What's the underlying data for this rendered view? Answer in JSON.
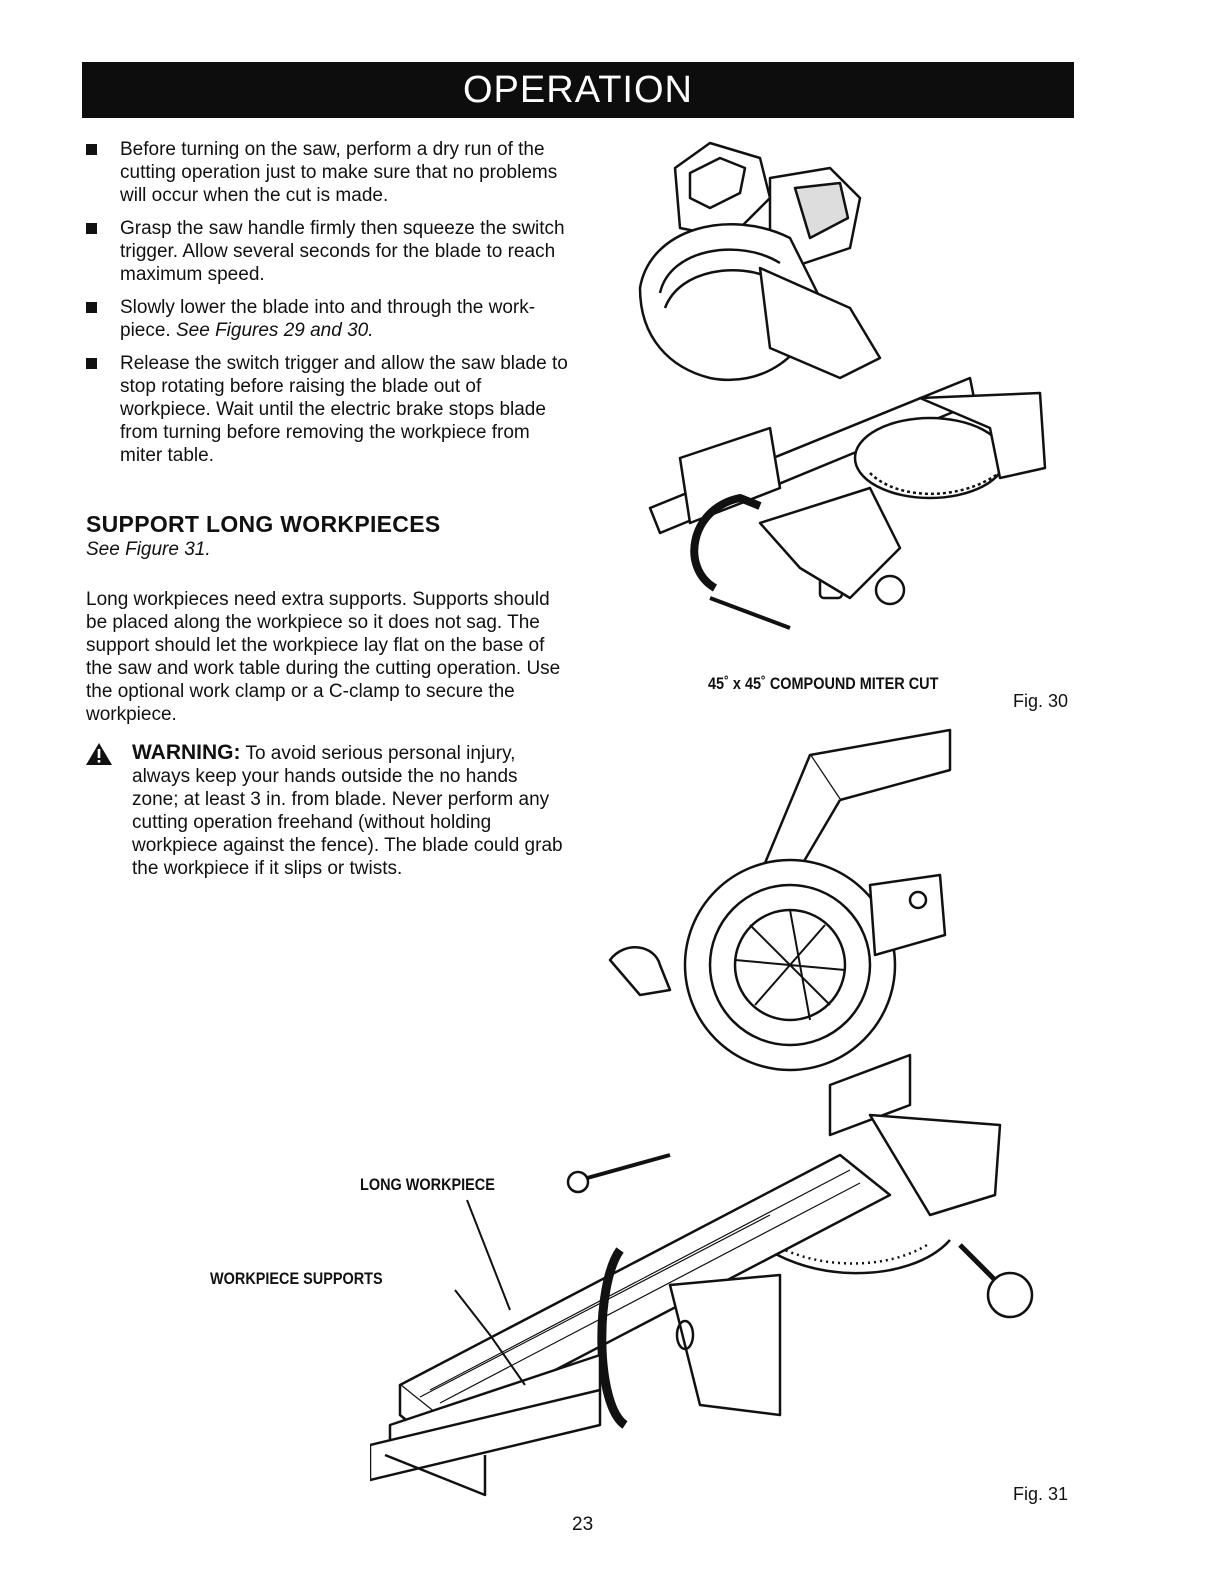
{
  "header": {
    "title": "OPERATION"
  },
  "bullets": [
    {
      "text": "Before turning on the saw, perform a dry run of the cutting operation just to make sure that no problems will occur when the cut is made.",
      "italic": ""
    },
    {
      "text": "Grasp the saw handle firmly then squeeze the switch trigger. Allow several seconds for the blade to reach maximum speed.",
      "italic": ""
    },
    {
      "text": "Slowly lower the blade into and through the work-piece. ",
      "italic": "See Figures 29 and 30."
    },
    {
      "text": "Release the switch trigger and allow the saw blade to stop rotating before raising the blade out of workpiece. Wait until the electric brake stops blade from turning before removing the workpiece from miter table.",
      "italic": ""
    }
  ],
  "section": {
    "title": "SUPPORT LONG WORKPIECES",
    "see_figure": "See Figure 31.",
    "paragraph": "Long workpieces need extra supports. Supports should be placed along the workpiece so it does not sag. The support should let the workpiece lay flat on the base of the saw and work table during the cutting operation. Use the optional work clamp or a C-clamp to secure the workpiece."
  },
  "warning": {
    "label": "WARNING:",
    "text": "To avoid serious personal injury, always keep your hands outside the no hands zone; at least 3 in. from blade. Never perform any cutting operation freehand (without holding workpiece against the fence). The blade could grab the workpiece if it slips or twists."
  },
  "figures": {
    "fig30_caption": "45˚ x 45˚ COMPOUND MITER CUT",
    "fig30_label": "Fig. 30",
    "fig31_label": "Fig. 31",
    "callout_long": "LONG WORKPIECE",
    "callout_supports": "WORKPIECE SUPPORTS"
  },
  "page_number": "23"
}
